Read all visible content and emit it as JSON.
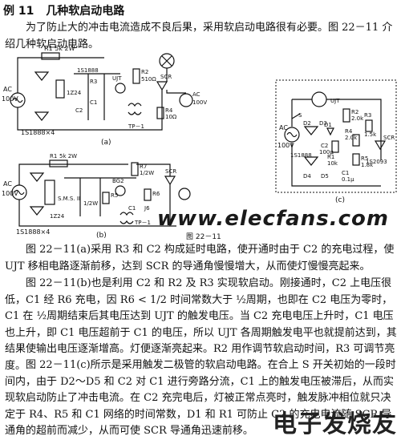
{
  "header": {
    "number": "例 11",
    "title": "几种软启动电路"
  },
  "paragraphs": {
    "intro": "为了防止大的冲击电流造成不良后果，采用软启动电路很有必要。图 22－11 介绍几种软启动电路。",
    "a": "图 22－11(a)采用 R3 和 C2 构成延时电路，使开通时由于 C2 的充电过程，使 UJT 移相电路逐渐前移，达到 SCR 的导通角慢慢增大，从而使灯慢慢亮起来。",
    "b": "图 22－11(b)也是利用 C2 和 R2 及 R3 实现软启动。刚接通时，C2 上电压很低，C1 经 R6 充电，因 R6 < 1/2 时间常数大于 ½周期，也即在 C2 电压为零时，C1 在 ½周期结束后其电压达到 UJT 的触发电压。当 C2 充电电压上升时，C1 电压也上升，即 C1 电压超前于 C1 的电压，所以 UJT 各周期触发电平也就提前达到，其结果使输出电压逐渐增高。灯便逐渐亮起来。R2 用作调节软启动时间，R3 可调节亮度。",
    "c": "图 22－11(c)所示是采用触发二极管的软启动电路。在合上 S 开关初始的一段时间内，由于 D2～D5 和 C2 对 C1 进行旁路分流，C1 上的触发电压被滞后，从而实现软启动防止了冲击电流。在 C2 充完电后，灯被正常点亮时，触发脉冲相位就只决定于 R4、R5 和 C1 网络的时间常数，D1 和 R1 可防止 C2 的充电电流随 SCR 导通角的超前而减少，从而可使 SCR 导通角迅速前移。"
  },
  "figure": {
    "caption": "图 22－11",
    "sub_a": "(a)",
    "sub_b": "(b)",
    "sub_c": "(c)",
    "labels_a": {
      "ac": "AC",
      "v": "100V",
      "r1": "R1 5k 2W",
      "d1": "1S1888",
      "ujt": "UJT",
      "r2": "R2",
      "r2v": "510Ω",
      "scr": "SCR",
      "tp": "TP－1",
      "dset": "1S1888×4",
      "z": "1Z24",
      "acr": "AC",
      "vr": "100V",
      "r4": "R4",
      "r4v": "10Ω",
      "c1": "C1",
      "c2": "C2",
      "r3": "R3"
    },
    "labels_b": {
      "ac": "AC",
      "v": "100V",
      "r1": "R1",
      "r1v": "5k 2W",
      "dset": "1S1888×4",
      "z": "1Z24",
      "sm": "S.M.S. II",
      "bg": "BG2",
      "r5": "R5",
      "w": "1/2W",
      "r7": "R7",
      "r7v": "1/2W",
      "scr": "SCR",
      "r6": "R6",
      "c1": "C1",
      "tp": "TP－1",
      "jt": "J6"
    },
    "labels_c": {
      "s": "S",
      "ujt": "UJT",
      "ac": "AC",
      "v": "100V",
      "r2": "R2",
      "r2v": "2.0k",
      "d1": "D1",
      "r1": "R1",
      "r1v": "10k",
      "d2": "D2",
      "d3": "D3",
      "d4": "D4",
      "d5": "D5",
      "diode": "1S1888",
      "c2": "C2",
      "c2v": "100μ",
      "r4": "R4",
      "r4v": "2.0k",
      "r5": "R5",
      "r5v": "1.8k",
      "c1": "C1",
      "c1v": "0.1μ",
      "r3": "R3",
      "r3v": "1.5k",
      "scr": "SCR",
      "ddiode": "1S2093"
    }
  },
  "watermark": "www.elecfans.com",
  "stamp": "电子发烧友"
}
